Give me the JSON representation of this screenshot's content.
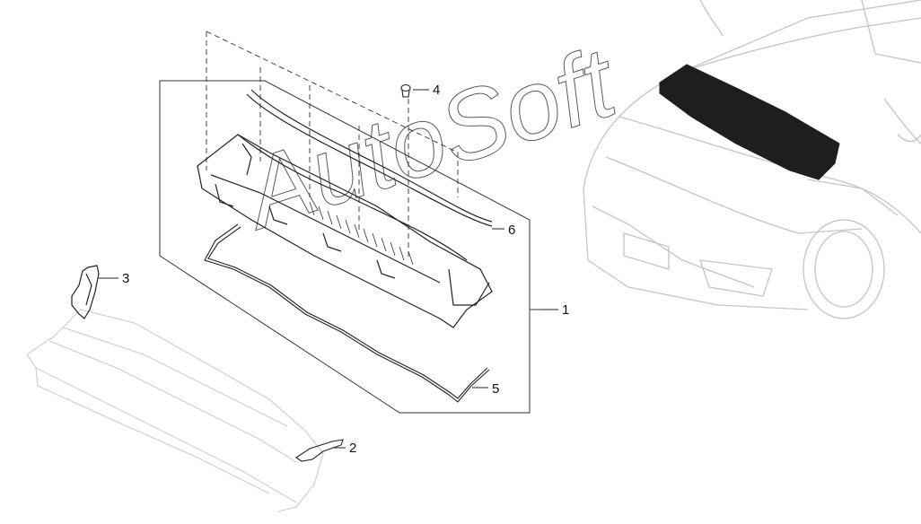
{
  "callouts": [
    {
      "id": "1",
      "label": "1"
    },
    {
      "id": "2",
      "label": "2"
    },
    {
      "id": "3",
      "label": "3"
    },
    {
      "id": "4",
      "label": "4"
    },
    {
      "id": "5",
      "label": "5"
    },
    {
      "id": "6",
      "label": "6"
    }
  ],
  "watermark": {
    "text": "AutoSoft"
  },
  "colors": {
    "line": "#111111",
    "ghost": "#c8c8c8",
    "highlight": "#1e1e1e",
    "grille": "#444444"
  }
}
